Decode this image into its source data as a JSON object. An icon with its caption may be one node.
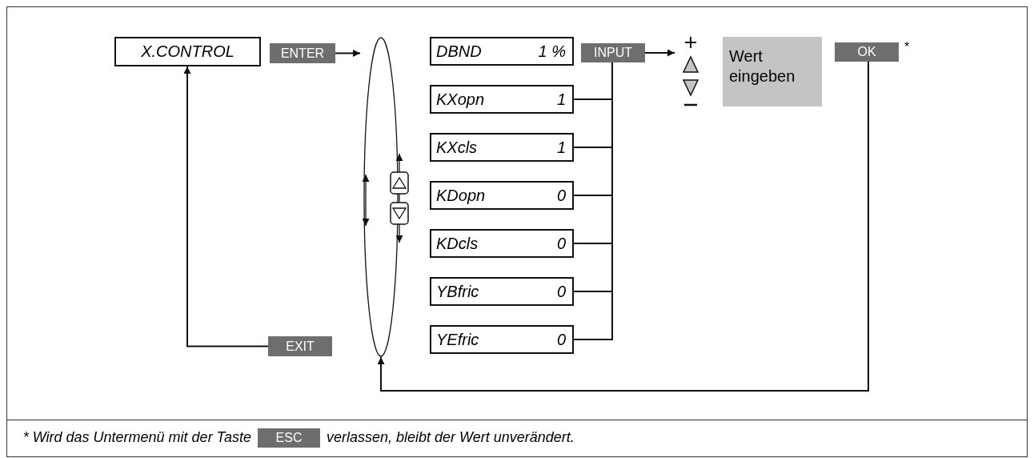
{
  "diagram": {
    "nodes": [
      {
        "text": [
          "X.CONTROL"
        ]
      },
      {
        "text": [
          "ENTER"
        ]
      },
      {
        "text": [],
        "shape": "ellipse"
      },
      {
        "text": [
          "DBND",
          "1 %"
        ]
      },
      {
        "text": [
          "KXopn",
          "1"
        ]
      },
      {
        "text": [
          "KXcls",
          "1"
        ]
      },
      {
        "text": [
          "KDopn",
          "0"
        ]
      },
      {
        "text": [
          "KDcls",
          "0"
        ]
      },
      {
        "text": [
          "YBfric",
          "0"
        ]
      },
      {
        "text": [
          "YEfric",
          "0"
        ]
      },
      {
        "text": [
          "INPUT"
        ]
      },
      {
        "text": [
          "Wert eingeben"
        ]
      },
      {
        "text": [
          "OK"
        ],
        "beside": [
          "*"
        ]
      },
      {
        "text": [
          "EXIT"
        ]
      },
      {
        "text": [
          "ESC"
        ]
      }
    ],
    "edges": [
      {
        "from": 1,
        "to": 2,
        "arrow": "to"
      },
      {
        "from": 10,
        "to": 11,
        "arrow": "to"
      },
      {
        "from": 4,
        "to": 10,
        "arrow": "none"
      },
      {
        "from": 5,
        "to": 10,
        "arrow": "none"
      },
      {
        "from": 6,
        "to": 10,
        "arrow": "none"
      },
      {
        "from": 7,
        "to": 10,
        "arrow": "none"
      },
      {
        "from": 8,
        "to": 10,
        "arrow": "none"
      },
      {
        "from": 9,
        "to": 10,
        "arrow": "none"
      },
      {
        "from": 12,
        "to": 2,
        "arrow": "to"
      },
      {
        "from": 13,
        "to": 0,
        "arrow": "to"
      }
    ],
    "labels": [
      "* Wird das Untermenü mit der Taste",
      "verlassen, bleibt der Wert unverändert."
    ]
  }
}
